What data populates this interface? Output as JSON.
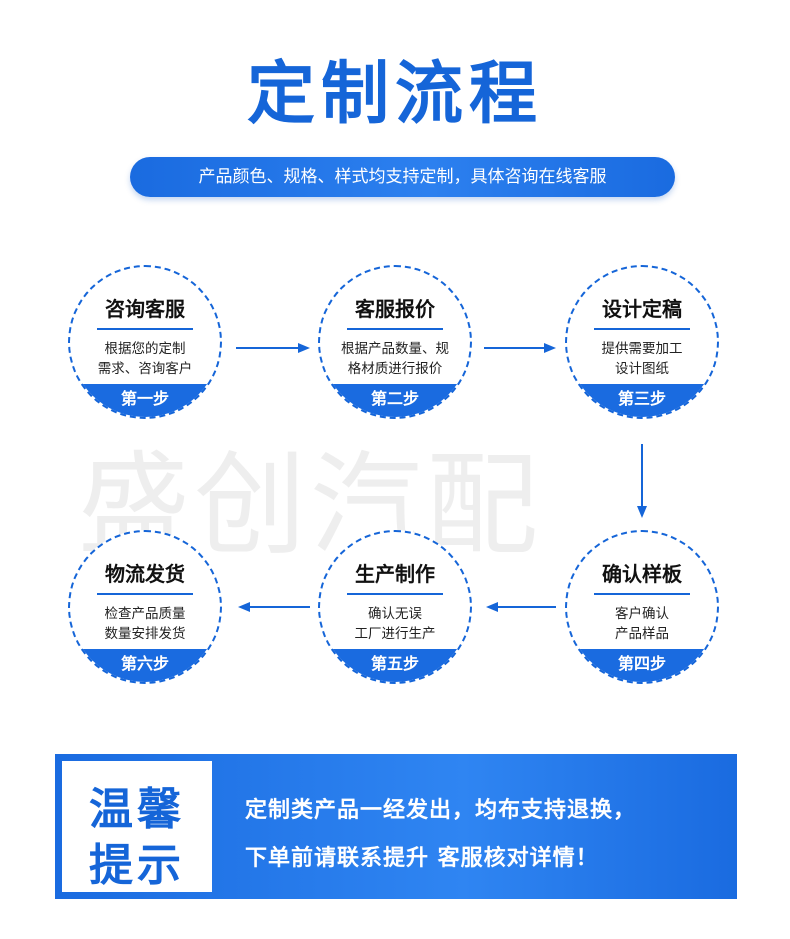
{
  "title": "定制流程",
  "subtitle": "产品颜色、规格、样式均支持定制，具体咨询在线客服",
  "watermark": "盛创汽配",
  "steps": [
    {
      "title": "咨询客服",
      "desc1": "根据您的定制",
      "desc2": "需求、咨询客户",
      "foot": "第一步"
    },
    {
      "title": "客服报价",
      "desc1": "根据产品数量、规",
      "desc2": "格材质进行报价",
      "foot": "第二步"
    },
    {
      "title": "设计定稿",
      "desc1": "提供需要加工",
      "desc2": "设计图纸",
      "foot": "第三步"
    },
    {
      "title": "确认样板",
      "desc1": "客户确认",
      "desc2": "产品样品",
      "foot": "第四步"
    },
    {
      "title": "生产制作",
      "desc1": "确认无误",
      "desc2": "工厂进行生产",
      "foot": "第五步"
    },
    {
      "title": "物流发货",
      "desc1": "检查产品质量",
      "desc2": "数量安排发货",
      "foot": "第六步"
    }
  ],
  "notice": {
    "label_line1": "温馨",
    "label_line2": "提示",
    "line1": "定制类产品一经发出，均布支持退换，",
    "line2": "下单前请联系提升 客服核对详情！"
  },
  "colors": {
    "accent": "#1565d8",
    "banner": "#1a6be0"
  }
}
